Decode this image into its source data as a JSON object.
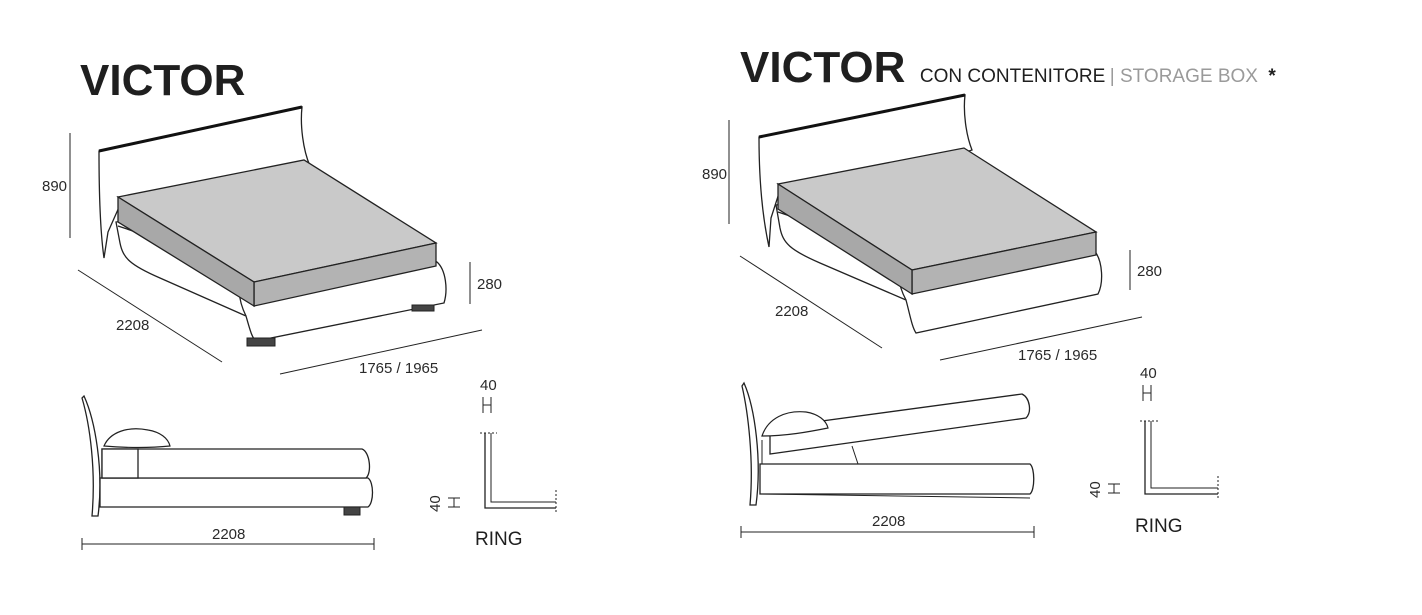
{
  "left": {
    "title": "VICTOR",
    "dims": {
      "height": "890",
      "length": "2208",
      "base_height": "280",
      "width": "1765 / 1965",
      "side_length": "2208"
    },
    "ring": {
      "top": "40",
      "side": "40",
      "label": "RING"
    }
  },
  "right": {
    "title": "VICTOR",
    "subtitle_main": "CON CONTENITORE",
    "subtitle_sep": " | ",
    "subtitle_alt": "STORAGE BOX",
    "subtitle_mark": "*",
    "dims": {
      "height": "890",
      "length": "2208",
      "base_height": "280",
      "width": "1765 / 1965",
      "side_length": "2208"
    },
    "ring": {
      "top": "40",
      "side": "40",
      "label": "RING"
    }
  }
}
